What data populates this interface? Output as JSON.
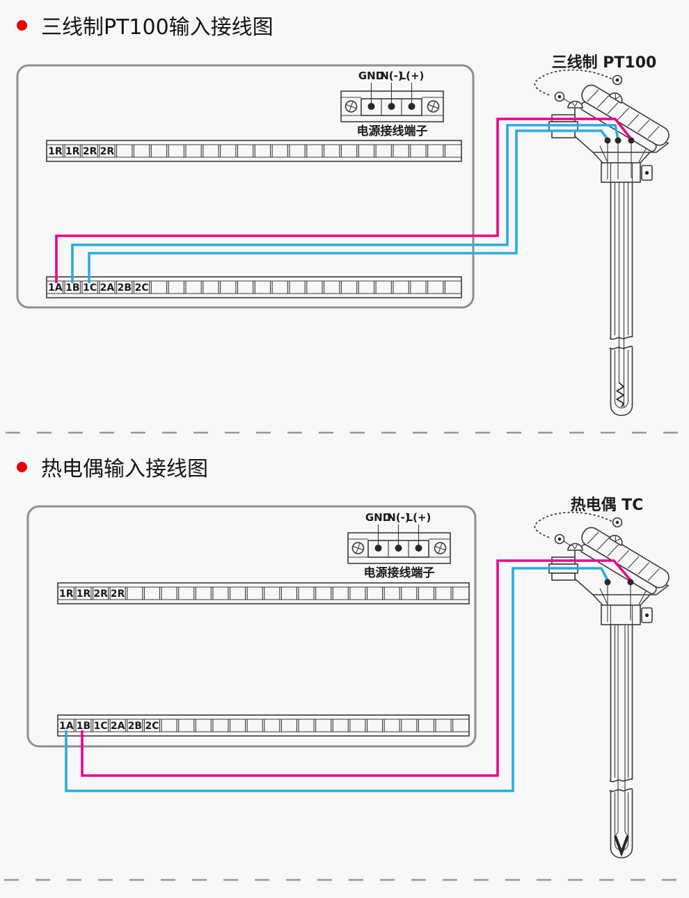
{
  "page": {
    "background": "#f7f7f7"
  },
  "colors": {
    "wire_magenta": "#EC008C",
    "wire_blue": "#29ABE2",
    "line_art": "#3D3735",
    "box_border": "#8E8E8E",
    "divider": "#969696",
    "bullet_red": "#E60000",
    "terminal_dot": "#2B2523"
  },
  "sections": [
    {
      "title": "三线制PT100输入接线图",
      "sensor_label": "三线制 PT100"
    },
    {
      "title": "热电偶输入接线图",
      "sensor_label": "热电偶 TC"
    }
  ],
  "power_terminal": {
    "labels": [
      "GND",
      "N(-)",
      "L(+)"
    ],
    "caption": "电源接线端子"
  },
  "terminal_strips": {
    "top_labels": [
      "1R",
      "1R",
      "2R",
      "2R"
    ],
    "bottom_labels": [
      "1A",
      "1B",
      "1C",
      "2A",
      "2B",
      "2C"
    ]
  }
}
